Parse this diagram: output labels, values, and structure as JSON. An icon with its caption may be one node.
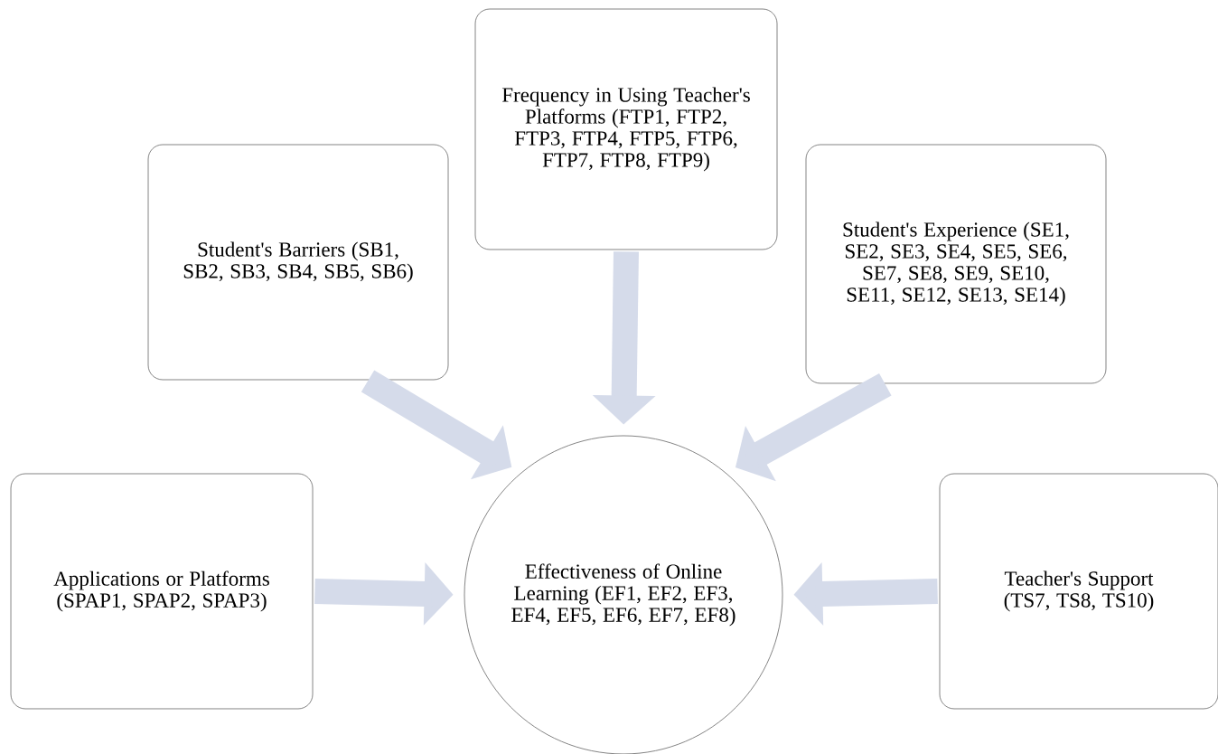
{
  "diagram": {
    "nodes": [
      {
        "text": [
          "Frequency in Using Teacher's Platforms (FTP1, FTP2, FTP3, FTP4, FTP5, FTP6, FTP7, FTP8, FTP9)"
        ]
      },
      {
        "text": [
          "Student's Barriers (SB1, SB2, SB3, SB4, SB5, SB6)"
        ]
      },
      {
        "text": [
          "Student's Experience (SE1, SE2, SE3, SE4, SE5, SE6, SE7, SE8, SE9, SE10, SE11, SE12, SE13, SE14)"
        ]
      },
      {
        "text": [
          "Applications or Platforms (SPAP1, SPAP2, SPAP3)"
        ]
      },
      {
        "text": [
          "Effectiveness of Online Learning (EF1, EF2, EF3, EF4, EF5, EF6, EF7, EF8)"
        ]
      },
      {
        "text": [
          "Teacher's Support (TS7, TS8, TS10)"
        ]
      }
    ],
    "edges": [
      {
        "from": 0,
        "to": 4,
        "arrow": "to"
      },
      {
        "from": 1,
        "to": 4,
        "arrow": "to"
      },
      {
        "from": 2,
        "to": 4,
        "arrow": "to"
      },
      {
        "from": 3,
        "to": 4,
        "arrow": "to"
      },
      {
        "from": 5,
        "to": 4,
        "arrow": "to"
      }
    ]
  }
}
